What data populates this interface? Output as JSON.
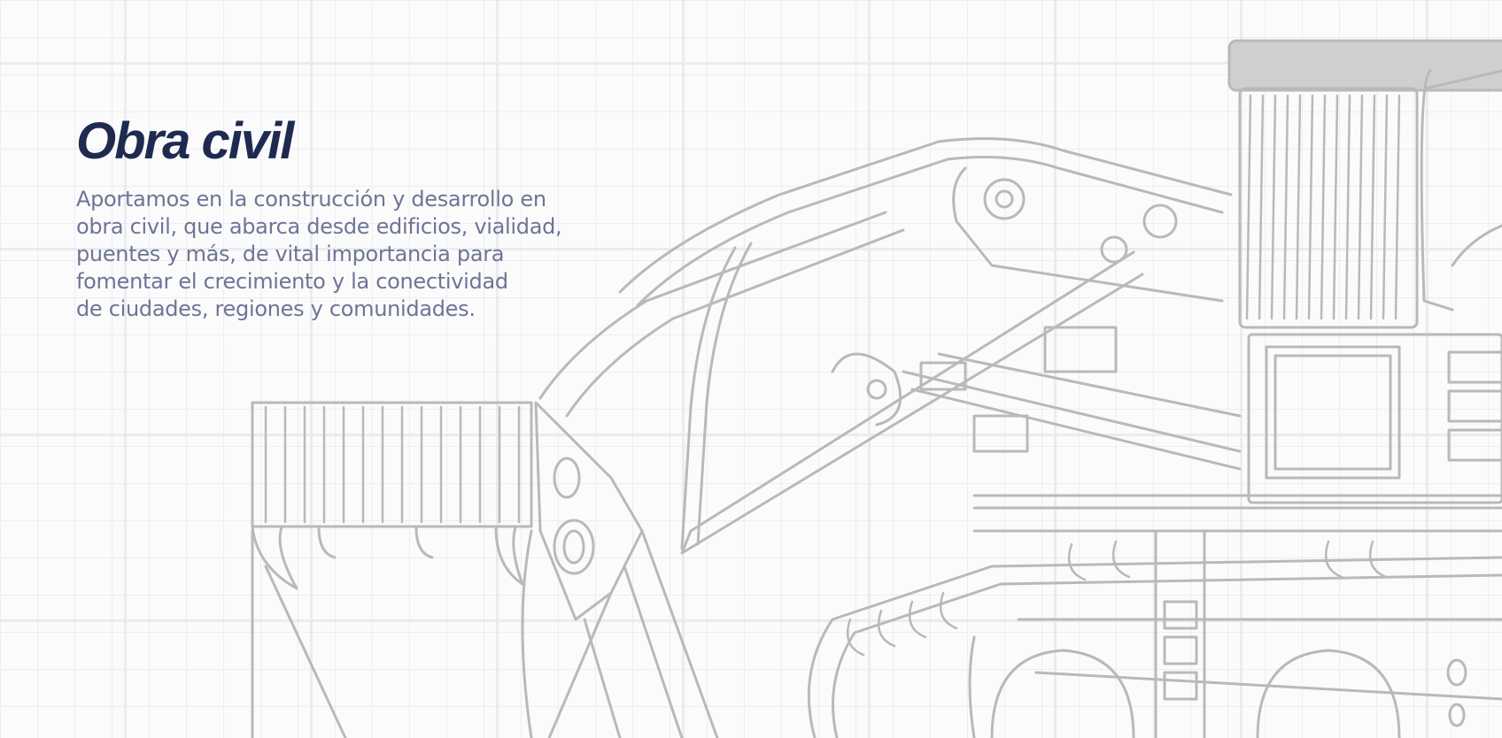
{
  "hero": {
    "title": "Obra civil",
    "description_lines": [
      "Aportamos en la construcción y desarrollo en",
      "obra civil, que abarca desde edificios, vialidad,",
      "puentes y más, de vital importancia para",
      "fomentar el crecimiento y la conectividad",
      "de ciudades, regiones y comunidades."
    ]
  },
  "illustration": {
    "icon": "excavator-blueprint-illustration",
    "stroke_color": "#b9b9bb",
    "fill_color": "#cfcfd1"
  },
  "colors": {
    "title": "#1f2a50",
    "text": "#6e7595",
    "grid": "#e1e3e8"
  }
}
